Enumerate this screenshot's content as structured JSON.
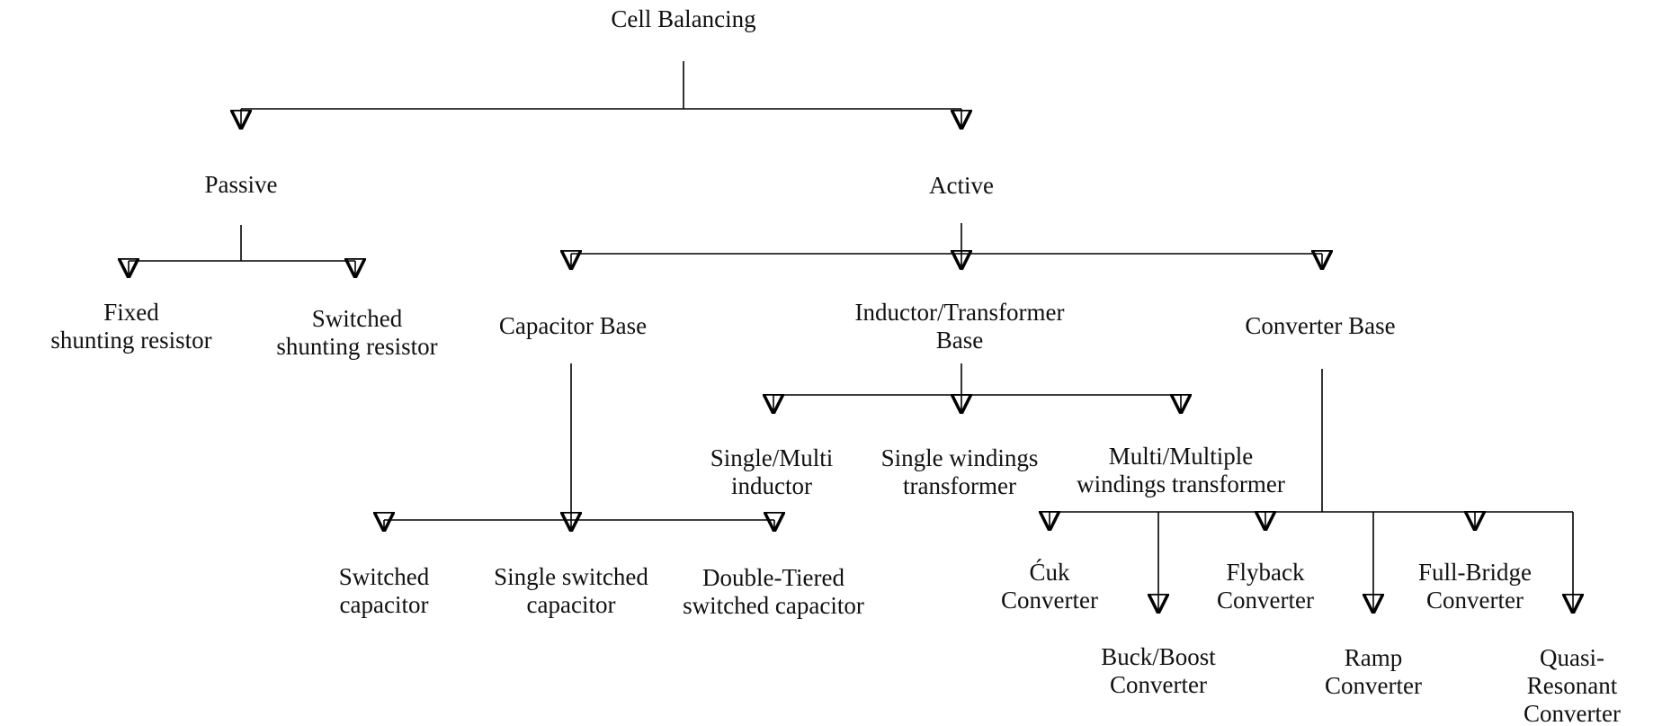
{
  "diagram": {
    "title": "Cell Balancing",
    "type": "tree-taxonomy"
  },
  "colors": {
    "background": "#ffffff",
    "line": "#000000",
    "text": "#111111"
  },
  "nodes": {
    "cell_balancing": {
      "label": "Cell Balancing"
    },
    "passive": {
      "label": "Passive"
    },
    "fixed_shunting_resistor": {
      "label": "Fixed\nshunting resistor"
    },
    "switched_shunting_resistor": {
      "label": "Switched\nshunting resistor"
    },
    "active": {
      "label": "Active"
    },
    "capacitor_base": {
      "label": "Capacitor Base"
    },
    "switched_capacitor": {
      "label": "Switched\ncapacitor"
    },
    "single_switched_capacitor": {
      "label": "Single switched\ncapacitor"
    },
    "double_tiered_switched_capacitor": {
      "label": "Double-Tiered\nswitched capacitor"
    },
    "inductor_transformer_base": {
      "label": "Inductor/Transformer\nBase"
    },
    "single_multi_inductor": {
      "label": "Single/Multi\ninductor"
    },
    "single_windings_transformer": {
      "label": "Single windings\ntransformer"
    },
    "multi_multiple_windings_transformer": {
      "label": "Multi/Multiple\nwindings transformer"
    },
    "converter_base": {
      "label": "Converter Base"
    },
    "cuk_converter": {
      "label": "Ćuk\nConverter"
    },
    "buck_boost_converter": {
      "label": "Buck/Boost\nConverter"
    },
    "flyback_converter": {
      "label": "Flyback\nConverter"
    },
    "ramp_converter": {
      "label": "Ramp\nConverter"
    },
    "full_bridge_converter": {
      "label": "Full-Bridge\nConverter"
    },
    "quasi_resonant_converter": {
      "label": "Quasi-Resonant\nConverter"
    }
  },
  "structure": {
    "Cell Balancing": {
      "Passive": [
        "Fixed shunting resistor",
        "Switched shunting resistor"
      ],
      "Active": {
        "Capacitor Base": [
          "Switched capacitor",
          "Single switched capacitor",
          "Double-Tiered switched capacitor"
        ],
        "Inductor/Transformer Base": [
          "Single/Multi inductor",
          "Single windings transformer",
          "Multi/Multiple windings transformer"
        ],
        "Converter Base": [
          "Ćuk Converter",
          "Buck/Boost Converter",
          "Flyback Converter",
          "Ramp Converter",
          "Full-Bridge Converter",
          "Quasi-Resonant Converter"
        ]
      }
    }
  }
}
